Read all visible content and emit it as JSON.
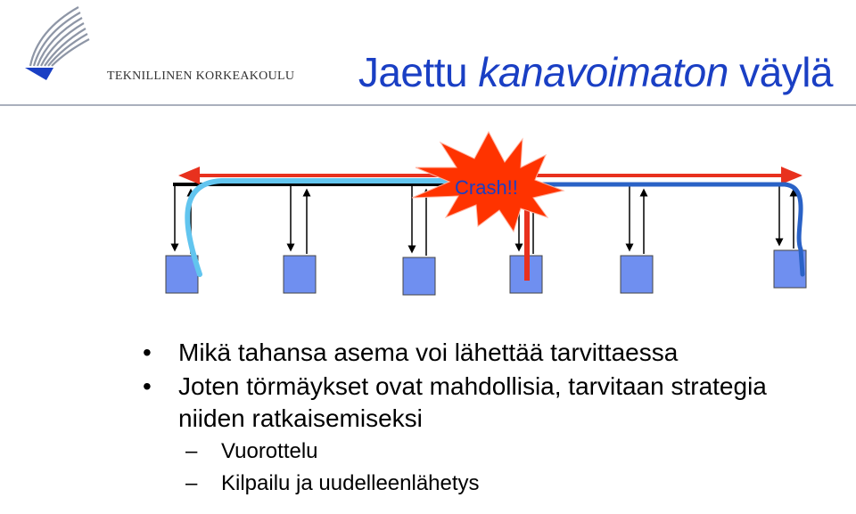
{
  "header": {
    "logo_text": "TEKNILLINEN KORKEAKOULU",
    "title_part1": "Jaettu ",
    "title_italic": "kanavoimaton",
    "title_part2": " väylä"
  },
  "diagram": {
    "crash_label": "Crash!!",
    "colors": {
      "bus": "#000000",
      "arrow": "#e8311e",
      "station": "#6f8ff0",
      "signal_light": "#62c5ef",
      "signal_dark": "#2a62c6",
      "burst": "#ff3300",
      "crash_text": "#1a3fc4"
    }
  },
  "bullets": [
    {
      "text": "Mikä tahansa asema voi lähettää tarvittaessa"
    },
    {
      "text": "Joten törmäykset ovat mahdollisia, tarvitaan strategia niiden ratkaisemiseksi",
      "subitems": [
        "Vuorottelu",
        "Kilpailu ja uudelleenlähetys"
      ]
    }
  ]
}
